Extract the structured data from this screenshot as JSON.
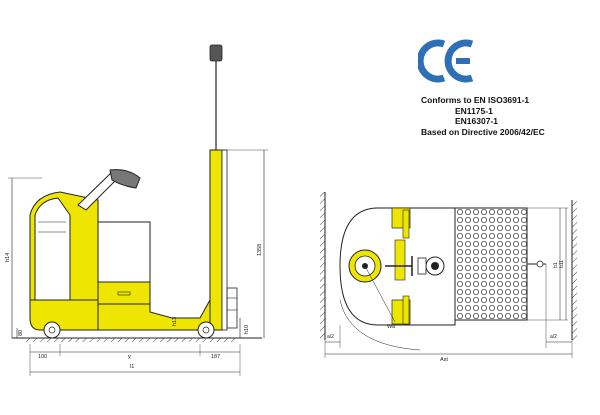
{
  "colors": {
    "yellow": "#EEE600",
    "line": "#222222",
    "ce_blue": "#2E6FB7",
    "hatch": "#444444"
  },
  "certification": {
    "mark": "CE",
    "line1": "Conforms to EN ISO3691-1",
    "line2": "EN1175-1",
    "line3": "EN16307-1",
    "line4": "Based on Directive 2006/42/EC"
  },
  "side_view": {
    "dim_h14": "h14",
    "dim_1358": "1358",
    "dim_h10": "h10",
    "dim_80": "80",
    "dim_h13": "h13",
    "dim_100": "100",
    "dim_y": "y",
    "dim_187": "187",
    "dim_l1": "l1"
  },
  "top_view": {
    "dim_a2_left": "a/2",
    "dim_a2_right": "a/2",
    "dim_wa": "Wa",
    "dim_ast": "Ast",
    "dim_b1": "b1",
    "dim_b11": "b11"
  }
}
